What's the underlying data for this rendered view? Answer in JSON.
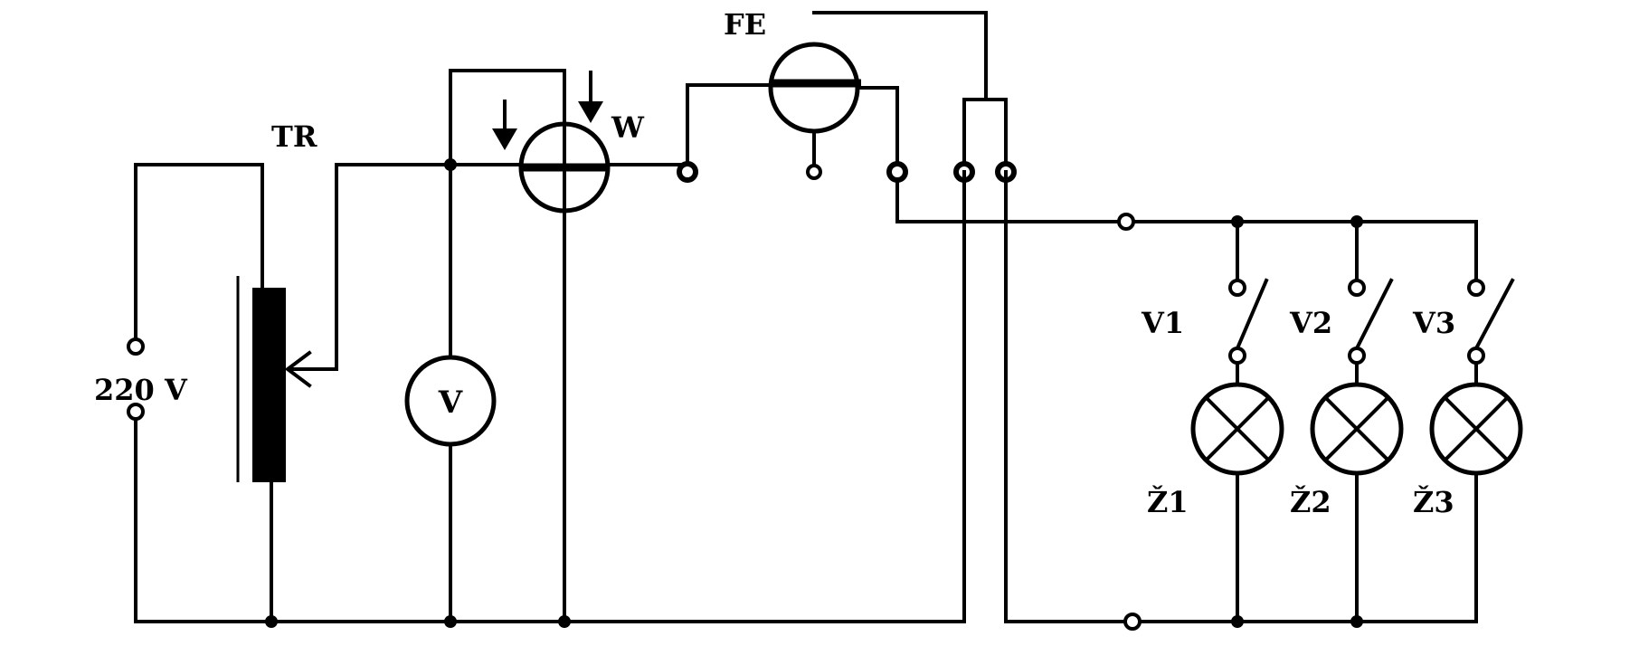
{
  "labels": {
    "source": "220 V",
    "transformer": "TR",
    "wattmeter": "W",
    "energy_meter": "FE",
    "voltmeter": "V",
    "switch_1": "V1",
    "switch_2": "V2",
    "switch_3": "V3",
    "lamp_1": "Ž1",
    "lamp_2": "Ž2",
    "lamp_3": "Ž3"
  }
}
